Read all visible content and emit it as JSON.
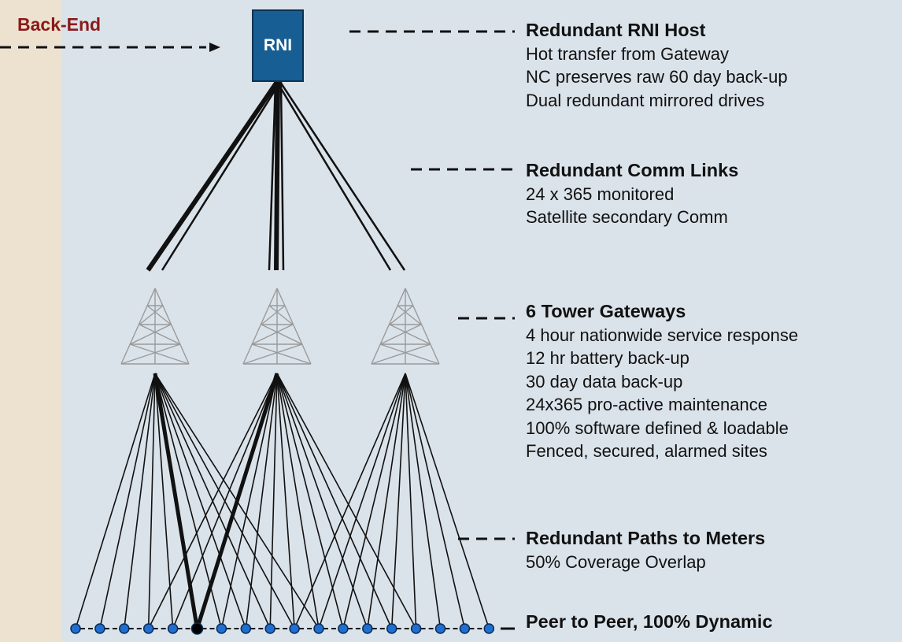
{
  "backend_label": "Back-End",
  "rni_label": "RNI",
  "sections": {
    "host": {
      "title": "Redundant RNI Host",
      "lines": [
        "Hot transfer from Gateway",
        "NC preserves raw 60 day back-up",
        "Dual redundant mirrored drives"
      ]
    },
    "links": {
      "title": "Redundant Comm Links",
      "lines": [
        "24 x 365 monitored",
        "Satellite secondary Comm"
      ]
    },
    "gateways": {
      "title": "6 Tower Gateways",
      "lines": [
        "4 hour nationwide service response",
        "12 hr battery back-up",
        "30 day data back-up",
        "24x365 pro-active maintenance",
        "100% software defined & loadable",
        "Fenced, secured, alarmed sites"
      ]
    },
    "paths": {
      "title": "Redundant Paths to Meters",
      "lines": [
        "50% Coverage Overlap"
      ]
    },
    "peer": {
      "title": "Peer to Peer, 100% Dynamic",
      "lines": []
    }
  },
  "colors": {
    "background": "#dbe3ea",
    "side_panel": "#ece2cf",
    "backend_text": "#8b1a1a",
    "rni_box": "#165e93",
    "meter_node": "#1f6fd0",
    "highlight_node": "#000000",
    "tower": "#9a9a9a"
  },
  "meters": {
    "count": 18,
    "highlighted_index": 5
  },
  "towers": {
    "count": 3,
    "icon": "cell-tower-icon"
  }
}
